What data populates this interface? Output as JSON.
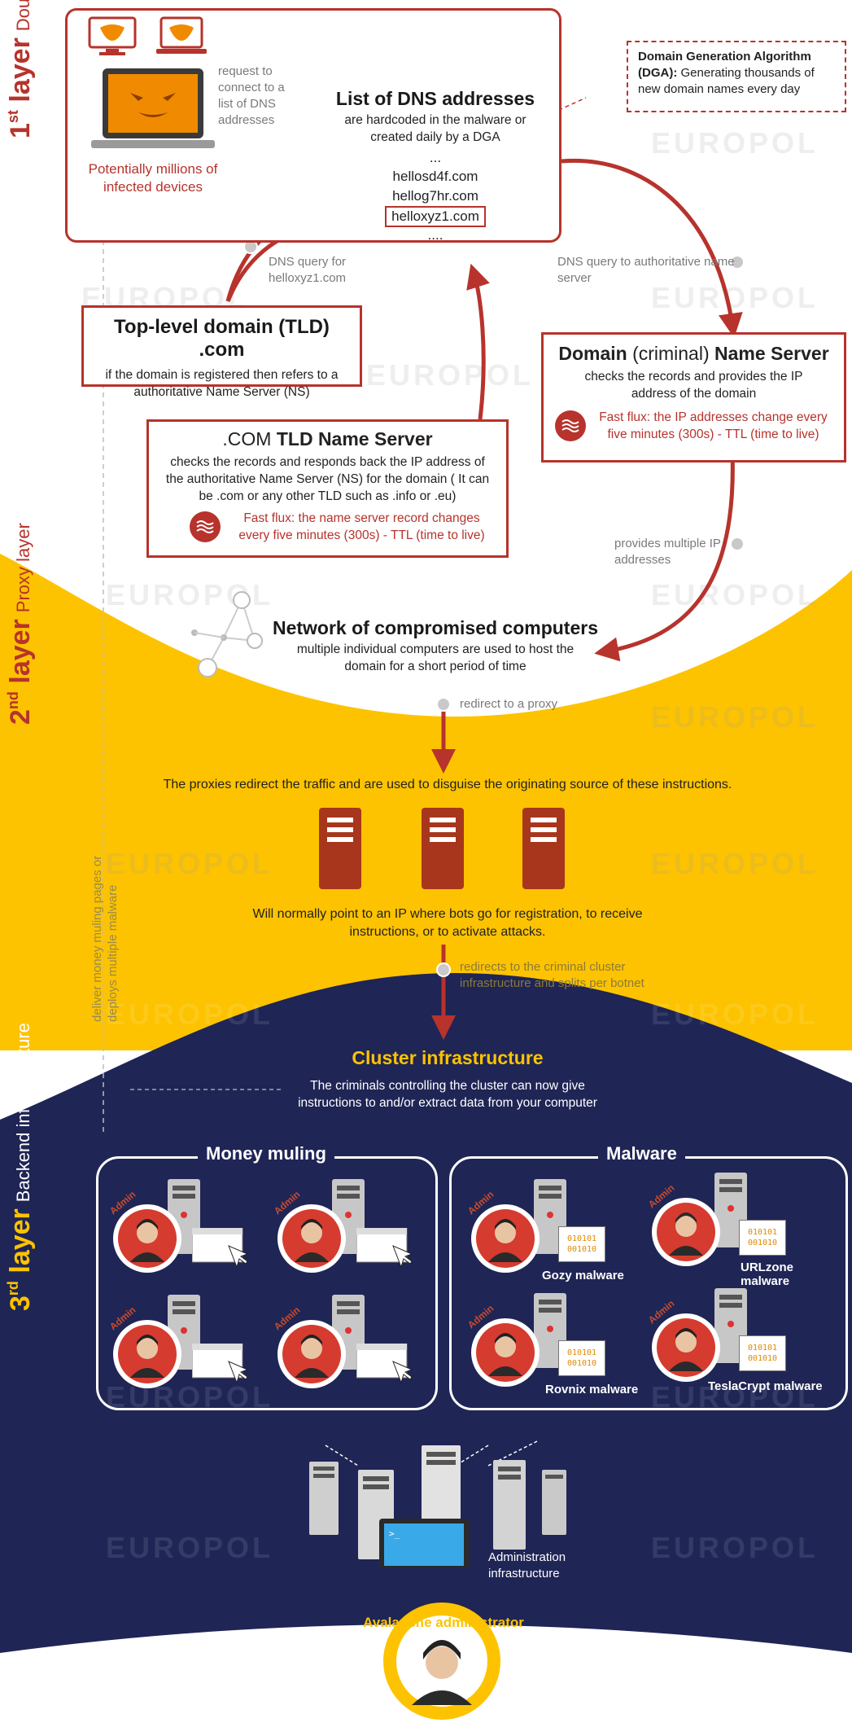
{
  "layer1": {
    "num": "1",
    "sup": "st",
    "word": "layer",
    "sub": "Double fast flux"
  },
  "layer2": {
    "num": "2",
    "sup": "nd",
    "word": "layer",
    "sub": "Proxy layer"
  },
  "layer3": {
    "num": "3",
    "sup": "rd",
    "word": "layer",
    "sub": "Backend  infrastructure"
  },
  "watermark": "EUROPOL",
  "infected": {
    "label": "Potentially millions of infected devices"
  },
  "request_note": "request to connect to a list of DNS addresses",
  "dns_list": {
    "title": "List of DNS addresses",
    "desc": "are hardcoded in the malware or created daily by a DGA",
    "items": [
      "...",
      "hellosd4f.com",
      "hellog7hr.com",
      "helloxyz1.com",
      "...."
    ]
  },
  "dga": {
    "title": "Domain Generation Algorithm (DGA):",
    "desc": "Generating thousands of new domain names every day"
  },
  "dns_query_tld": "DNS query for helloxyz1.com",
  "dns_query_auth": "DNS query to authoritative name server",
  "tld_box": {
    "title": "Top-level domain (TLD) .com",
    "desc": "if the domain is registered then refers to a authoritative Name Server (NS)"
  },
  "domain_ns": {
    "title_a": "Domain",
    "title_b": "(criminal)",
    "title_c": "Name Server",
    "desc": "checks the records and provides the IP address of the domain",
    "ff_label": "Fast flux:",
    "ff_text": "the IP addresses change every five minutes (300s)  - TTL (time to live)"
  },
  "com_ns": {
    "title_a": ".COM",
    "title_b": "TLD Name Server",
    "desc": "checks the records and responds back the IP address of the authoritative Name Server (NS) for the domain ( It can be .com or any other TLD such as .info or .eu)",
    "ff_label": "Fast flux:",
    "ff_text": "the name server record changes every five minutes (300s)  - TTL (time to live)"
  },
  "provides_ips": "provides multiple IP addresses",
  "network": {
    "title": "Network of compromised computers",
    "desc": "multiple individual computers are used to host the domain for a short period of time"
  },
  "redirect_proxy": "redirect to a proxy",
  "proxy_text": "The proxies redirect the traffic and are used to disguise the originating source of these instructions.",
  "proxy_point": "Will normally point to an IP where bots go for registration, to receive instructions, or to activate attacks.",
  "redirect_cluster": "redirects to the criminal cluster infrastructure and splits per botnet",
  "deliver_note": "deliver money muling pages or deploys multiple  malware",
  "cluster": {
    "title": "Cluster infrastructure",
    "desc": "The criminals controlling the cluster can now give instructions to and/or extract data from your computer"
  },
  "money_muling": {
    "title": "Money muling"
  },
  "malware": {
    "title": "Malware",
    "items": [
      "Gozy malware",
      "URLzone malware",
      "Rovnix malware",
      "TeslaCrypt malware"
    ]
  },
  "admin_badge": "Admin",
  "binary_lines": [
    "010101",
    "001010"
  ],
  "admin_infra": "Administration infrastructure",
  "avalanche": "Avalanche administrator",
  "colors": {
    "red": "#b7332c",
    "yellow": "#fdc300",
    "navy": "#1f2555",
    "gray": "#8a8a8a"
  }
}
